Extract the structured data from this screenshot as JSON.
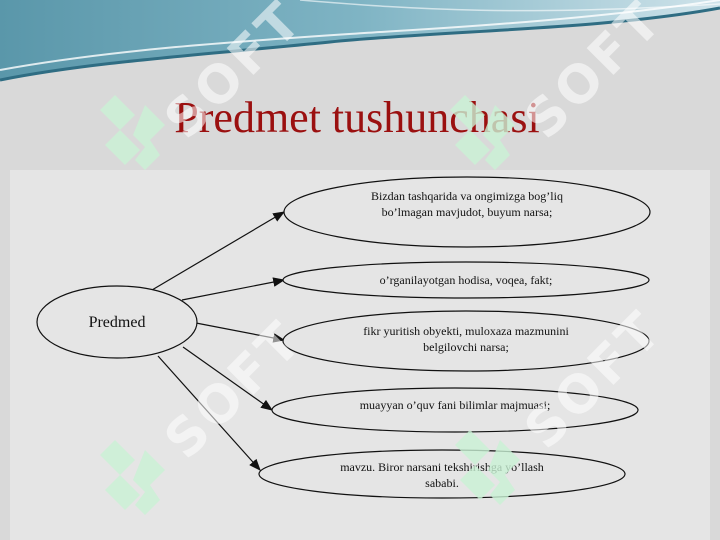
{
  "slide": {
    "title": "Predmet tushunchasi"
  },
  "diagram": {
    "center": {
      "label": "Predmed"
    },
    "branches": [
      {
        "lines": [
          "Bizdan tashqarida va ongimizga bog’liq",
          "bo’lmagan mavjudot, buyum narsa;"
        ]
      },
      {
        "lines": [
          "o’rganilayotgan hodisa, voqea, fakt;"
        ]
      },
      {
        "lines": [
          "fikr yuritish obyekti, muloxaza mazmunini",
          "belgilovchi narsa;"
        ]
      },
      {
        "lines": [
          "muayyan o’quv fani bilimlar majmuasi;"
        ]
      },
      {
        "lines": [
          "mavzu. Biror narsani tekshirishga yo’llash",
          "sababi."
        ]
      }
    ]
  },
  "watermark": {
    "text": "SOFT"
  },
  "colors": {
    "title": "#9b1010",
    "background": "#d9d9d9",
    "wave_dark": "#3f7f95",
    "wave_light": "#a9cdd8",
    "watermark": "#c9f1d4"
  }
}
